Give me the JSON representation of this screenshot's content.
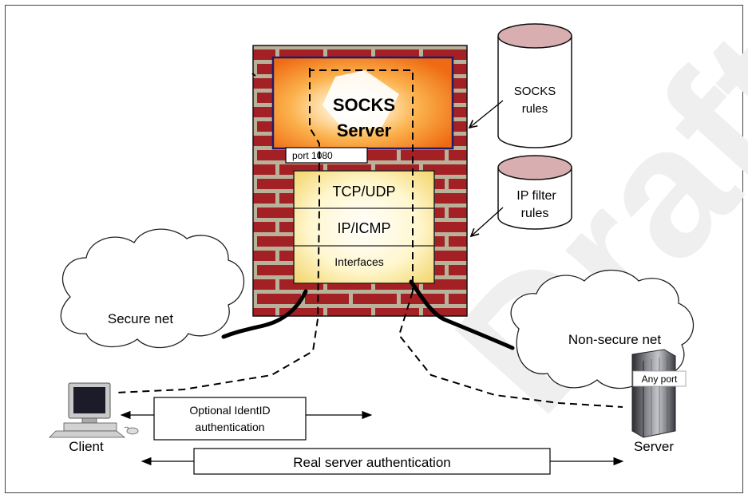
{
  "socks_server": {
    "line1": "SOCKS",
    "line2": "Server",
    "port": "port 1080"
  },
  "stack": {
    "layer1": "TCP/UDP",
    "layer2": "IP/ICMP",
    "layer3": "Interfaces"
  },
  "socks_rules": {
    "line1": "SOCKS",
    "line2": "rules"
  },
  "ip_filter_rules": {
    "line1": "IP filter",
    "line2": "rules"
  },
  "secure_net": "Secure net",
  "non_secure_net": "Non-secure net",
  "server_port": "Any port",
  "client_label": "Client",
  "server_label": "Server",
  "identid": {
    "line1": "Optional IdentID",
    "line2": "authentication"
  },
  "real_auth": "Real server authentication",
  "watermark": "Draft",
  "colors": {
    "firewall_brick": "#a32024",
    "mortar": "#b9b29a",
    "server_outer": "#f07a1c",
    "server_inner": "#ffffff",
    "stack_glow": "#f6e48a",
    "cylinder_top": "#d9aeb0",
    "watermark": "#eeeeee"
  }
}
